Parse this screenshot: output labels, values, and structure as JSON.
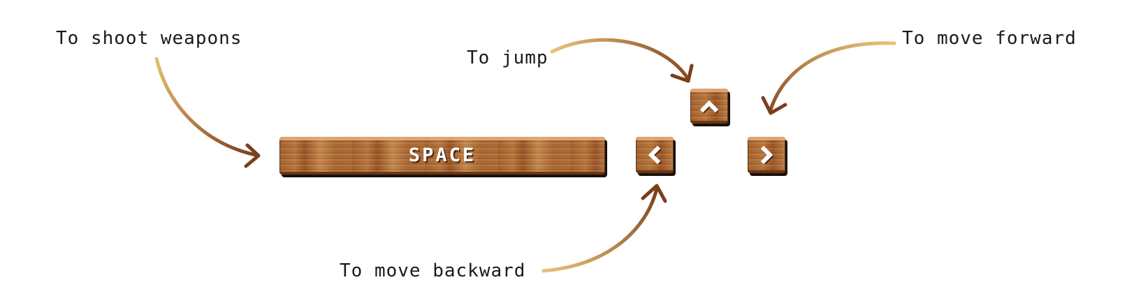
{
  "labels": {
    "shoot": "To shoot weapons",
    "jump": "To jump",
    "forward": "To move forward",
    "backward": "To move backward"
  },
  "keys": {
    "space": "SPACE",
    "up_icon": "chevron-up-icon",
    "left_icon": "chevron-left-icon",
    "right_icon": "chevron-right-icon"
  },
  "colors": {
    "wood_base": "#a8652f",
    "wood_highlight": "#e8b07a",
    "wood_shadow": "#1a120c",
    "arrow_dark": "#8a4a22",
    "arrow_light": "#d9a36a",
    "text": "#1a1a1a"
  }
}
